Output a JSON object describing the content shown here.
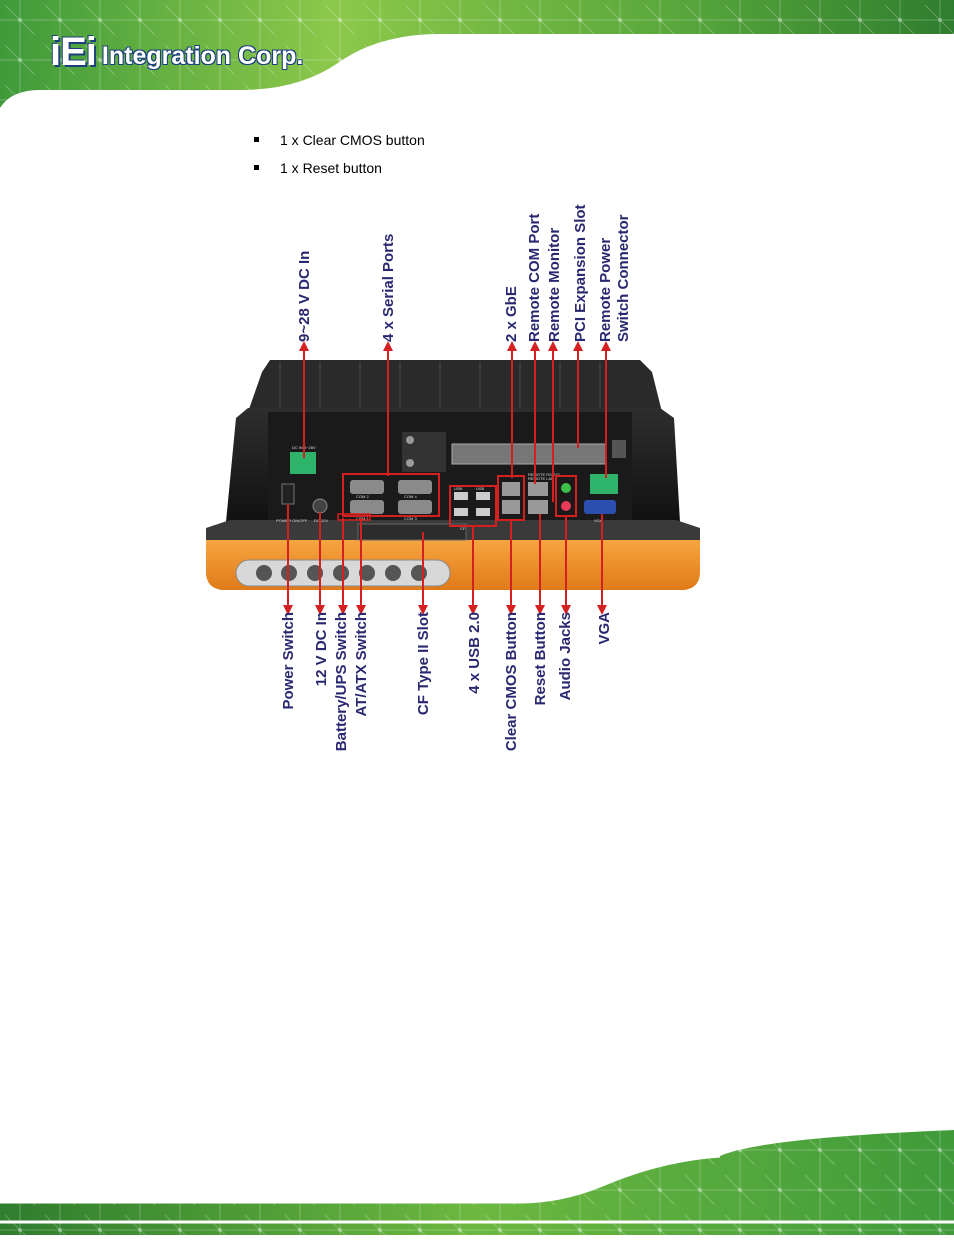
{
  "header": {
    "logo_mark": "iEi",
    "logo_text": "Integration Corp."
  },
  "bullets": [
    "1 x Clear CMOS button",
    "1 x Reset button"
  ],
  "figure": {
    "top_labels": [
      "9~28 V DC In",
      "4 x Serial Ports",
      "2 x GbE",
      "Remote COM Port",
      "Remote Monitor",
      "PCI Expansion Slot",
      "Remote Power",
      "Switch Connector"
    ],
    "bottom_labels": [
      "Power Switch",
      "12 V DC In",
      "Battery/UPS Switch",
      "AT/ATX Switch",
      "CF Type II Slot",
      "4 x USB 2.0",
      "Clear CMOS Button",
      "Reset Button",
      "Audio Jacks",
      "VGA"
    ],
    "panel_text": {
      "dc_in": "DC IN 9~28V",
      "com2": "COM 2",
      "com4": "COM 4",
      "com1": "COM 1",
      "com3": "COM 3",
      "usb_a": "USB",
      "usb_b": "USB",
      "cf": "CF",
      "remote_rs232": "REMOTE RS-232",
      "remote_lan": "REMOTE LAN",
      "vga": "VGA",
      "power": "POWER ON/OFF",
      "dc12": "DC 12V"
    }
  },
  "colors": {
    "label": "#2a2870",
    "arrow": "#d42020",
    "chassis": "#1c1c1c",
    "bezel": "#f0902a",
    "header_green": "#5aa83c"
  }
}
